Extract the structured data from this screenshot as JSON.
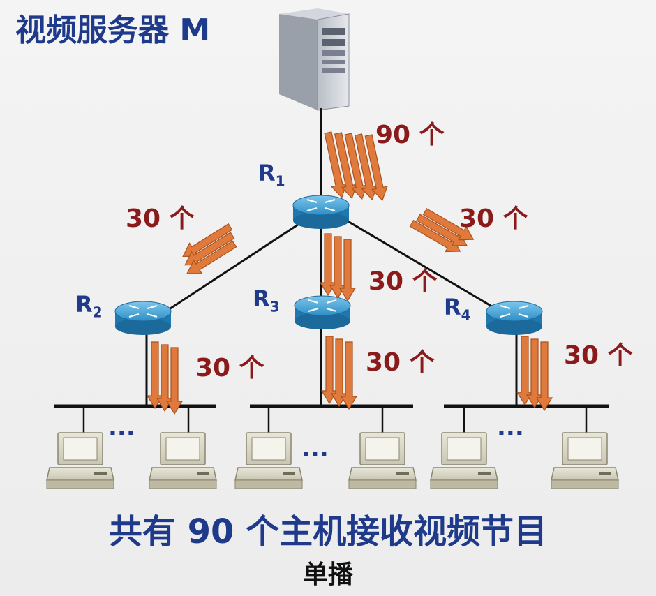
{
  "title": "视频服务器 M",
  "routers": [
    {
      "name": "R",
      "sub": "1"
    },
    {
      "name": "R",
      "sub": "2"
    },
    {
      "name": "R",
      "sub": "3"
    },
    {
      "name": "R",
      "sub": "4"
    }
  ],
  "flows": {
    "server_to_r1": "90 个",
    "r1_to_r2": "30 个",
    "r1_to_r3": "30 个",
    "r1_to_r4": "30 个",
    "r2_to_lan": "30 个",
    "r3_to_lan": "30 个",
    "r4_to_lan": "30 个"
  },
  "ellipsis": "···",
  "caption": "共有 90 个主机接收视频节目",
  "method": "单播",
  "colors": {
    "title": "#1f3a8a",
    "count": "#8b1a1a",
    "arrow": "#e07a3c",
    "router": "#2d8fc7"
  }
}
